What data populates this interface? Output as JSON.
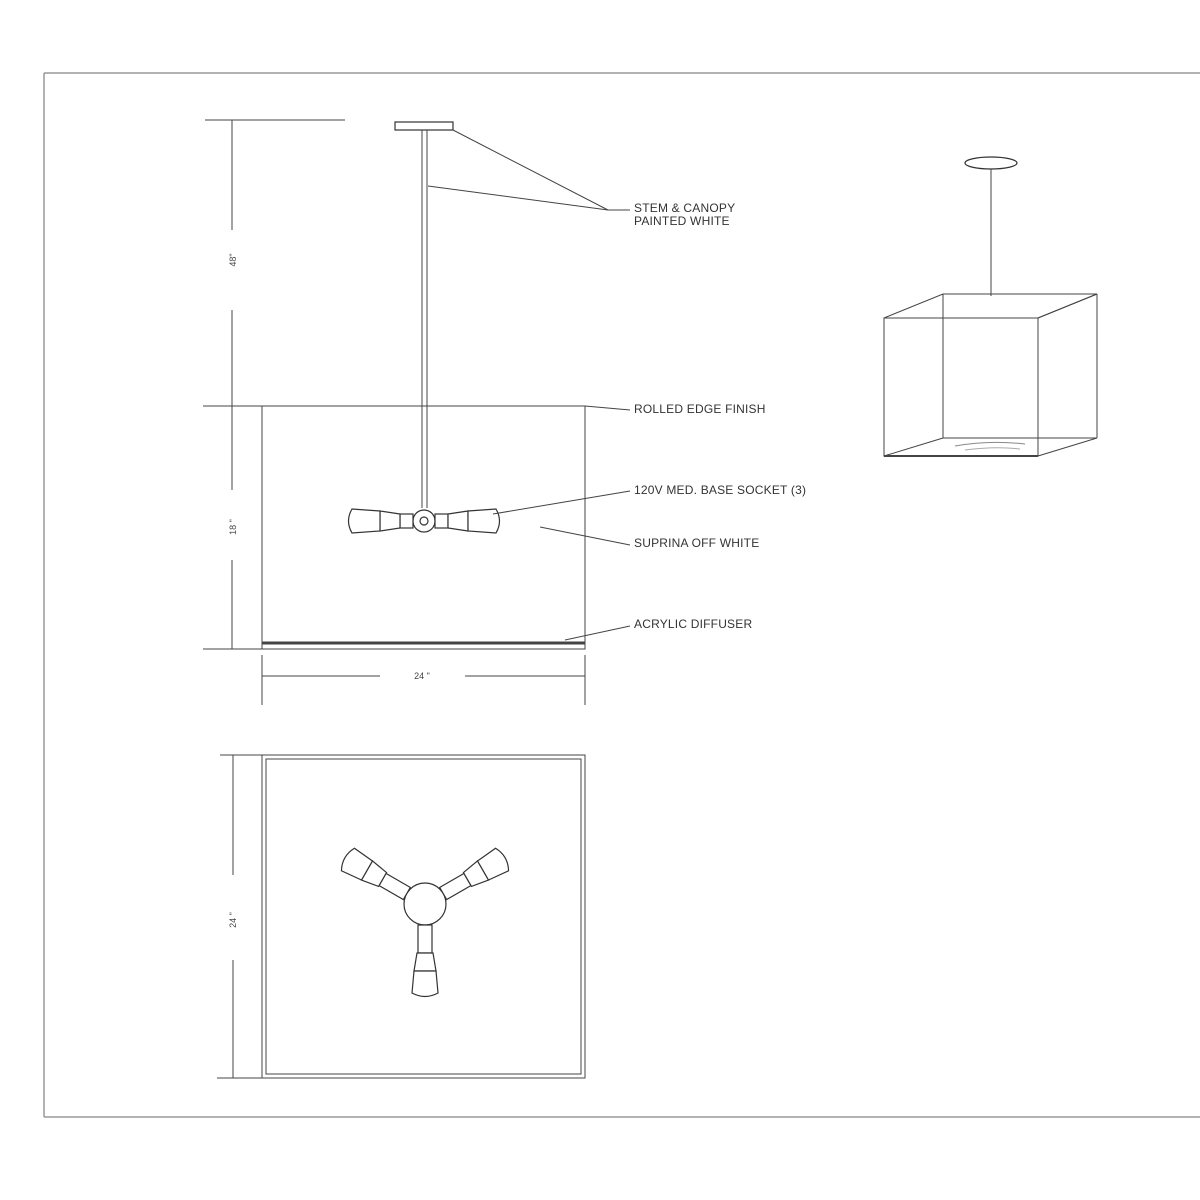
{
  "callouts": {
    "stem_line1": "STEM & CANOPY",
    "stem_line2": "PAINTED WHITE",
    "rolled_edge": "ROLLED EDGE FINISH",
    "socket": "120V MED. BASE SOCKET (3)",
    "shade": "SUPRINA OFF WHITE",
    "diffuser": "ACRYLIC DIFFUSER"
  },
  "dimensions": {
    "stem_height": "48\"",
    "shade_height": "18 \"",
    "shade_width": "24 \"",
    "plan_depth": "24 \""
  },
  "colors": {
    "line": "#444444",
    "border": "#999999",
    "background": "#ffffff"
  }
}
